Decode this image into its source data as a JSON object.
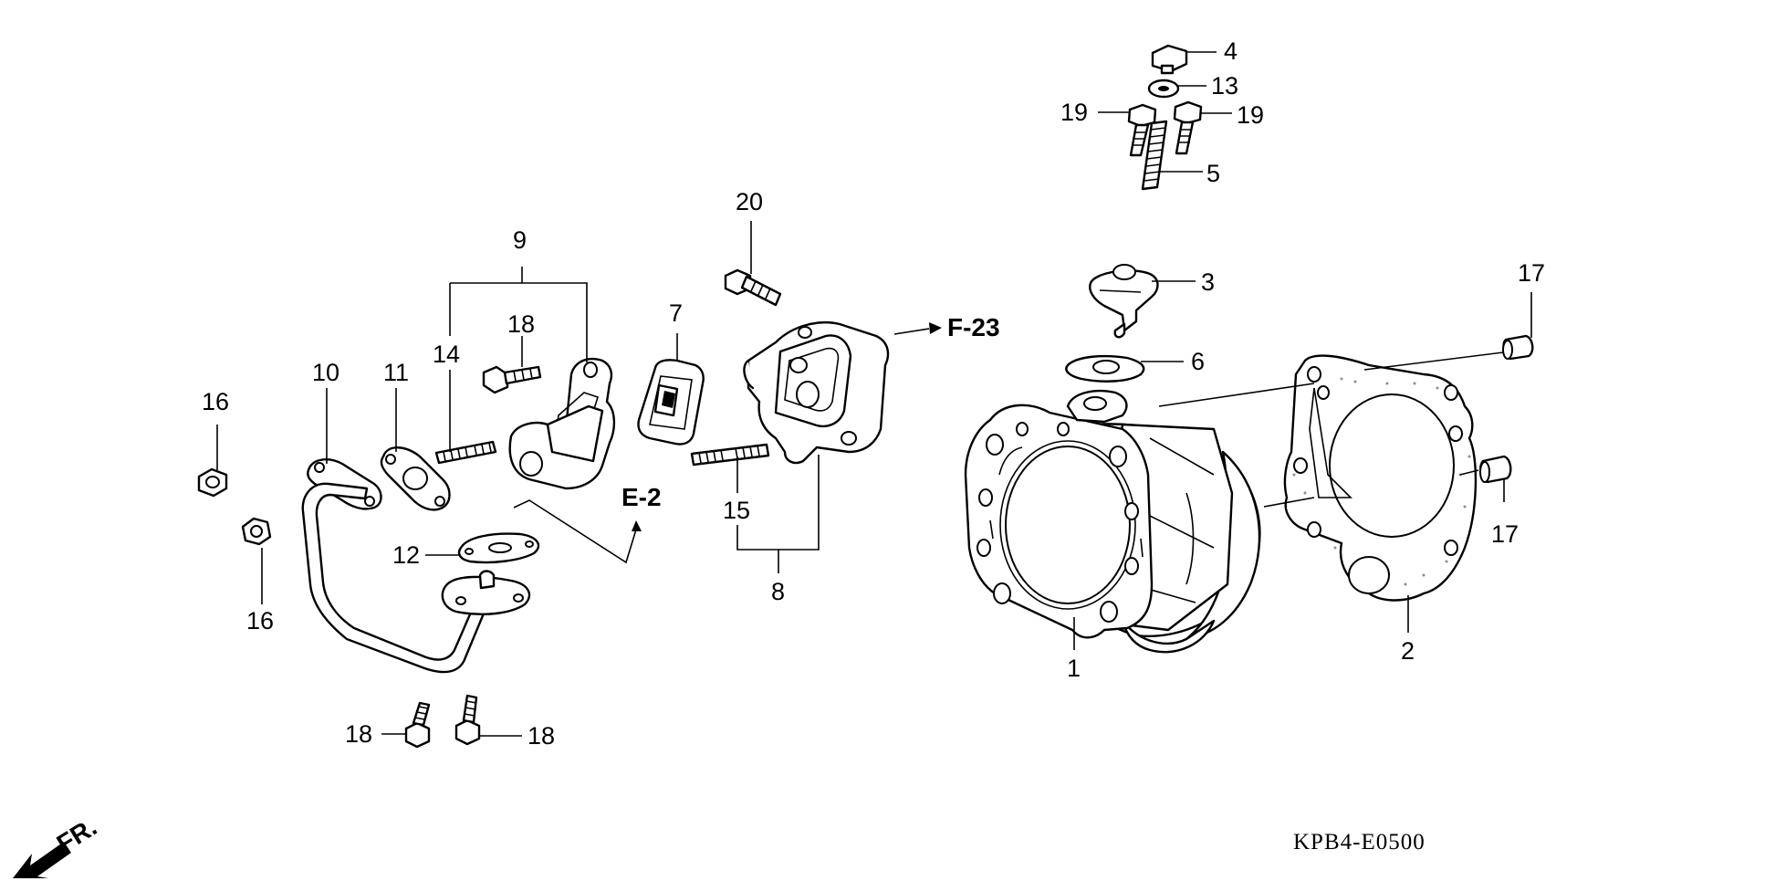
{
  "diagram": {
    "part_code": "KPB4-E0500",
    "front_marker": "FR.",
    "references": {
      "e2": "E-2",
      "f23": "F-23"
    },
    "callouts": {
      "c1": "1",
      "c2": "2",
      "c3": "3",
      "c4": "4",
      "c5": "5",
      "c6": "6",
      "c7": "7",
      "c8": "8",
      "c9": "9",
      "c10": "10",
      "c11": "11",
      "c12": "12",
      "c13": "13",
      "c14": "14",
      "c15": "15",
      "c16a": "16",
      "c16b": "16",
      "c17a": "17",
      "c17b": "17",
      "c18a": "18",
      "c18b": "18",
      "c18c": "18",
      "c19a": "19",
      "c19b": "19",
      "c20": "20"
    }
  }
}
